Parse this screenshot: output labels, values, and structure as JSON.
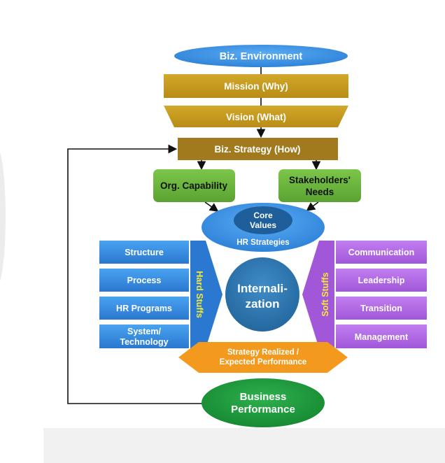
{
  "nodes": {
    "biz_environment": "Biz. Environment",
    "mission": "Mission (Why)",
    "vision": "Vision (What)",
    "biz_strategy": "Biz. Strategy (How)",
    "org_capability": "Org. Capability",
    "stakeholders_line1": "Stakeholders'",
    "stakeholders_line2": "Needs",
    "core_values_line1": "Core",
    "core_values_line2": "Values",
    "hr_strategies": "HR Strategies",
    "internalization_line1": "Internali-",
    "internalization_line2": "zation",
    "strategy_realized_line1": "Strategy Realized /",
    "strategy_realized_line2": "Expected Performance",
    "business_performance_line1": "Business",
    "business_performance_line2": "Performance"
  },
  "hard_stuffs": {
    "label": "Hard Stuffs",
    "items": [
      "Structure",
      "Process",
      "HR Programs"
    ],
    "system_technology_line1": "System/",
    "system_technology_line2": "Technology"
  },
  "soft_stuffs": {
    "label": "Soft Stuffs",
    "items": [
      "Communication",
      "Leadership",
      "Transition",
      "Management"
    ]
  },
  "colors": {
    "blue": "#3b8fe0",
    "dark_blue": "#1f66c0",
    "gold": "#c49a1e",
    "brown": "#a0781c",
    "green": "#6cb33e",
    "purple": "#b169e0",
    "teal": "#2f78b8",
    "orange": "#f39a1e",
    "dark_green": "#1f9a3d",
    "yellow_text": "#f5e93a"
  }
}
